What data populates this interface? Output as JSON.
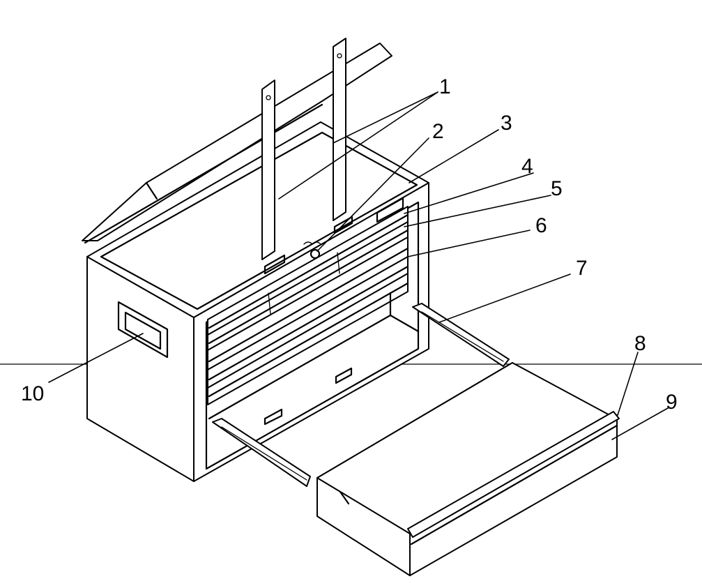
{
  "callouts": [
    {
      "id": "callout-1",
      "text": "1"
    },
    {
      "id": "callout-2",
      "text": "2"
    },
    {
      "id": "callout-3",
      "text": "3"
    },
    {
      "id": "callout-4",
      "text": "4"
    },
    {
      "id": "callout-5",
      "text": "5"
    },
    {
      "id": "callout-6",
      "text": "6"
    },
    {
      "id": "callout-7",
      "text": "7"
    },
    {
      "id": "callout-8",
      "text": "8"
    },
    {
      "id": "callout-9",
      "text": "9"
    },
    {
      "id": "callout-10",
      "text": "10"
    }
  ],
  "colors": {
    "ink": "#000000",
    "paper": "#ffffff"
  }
}
